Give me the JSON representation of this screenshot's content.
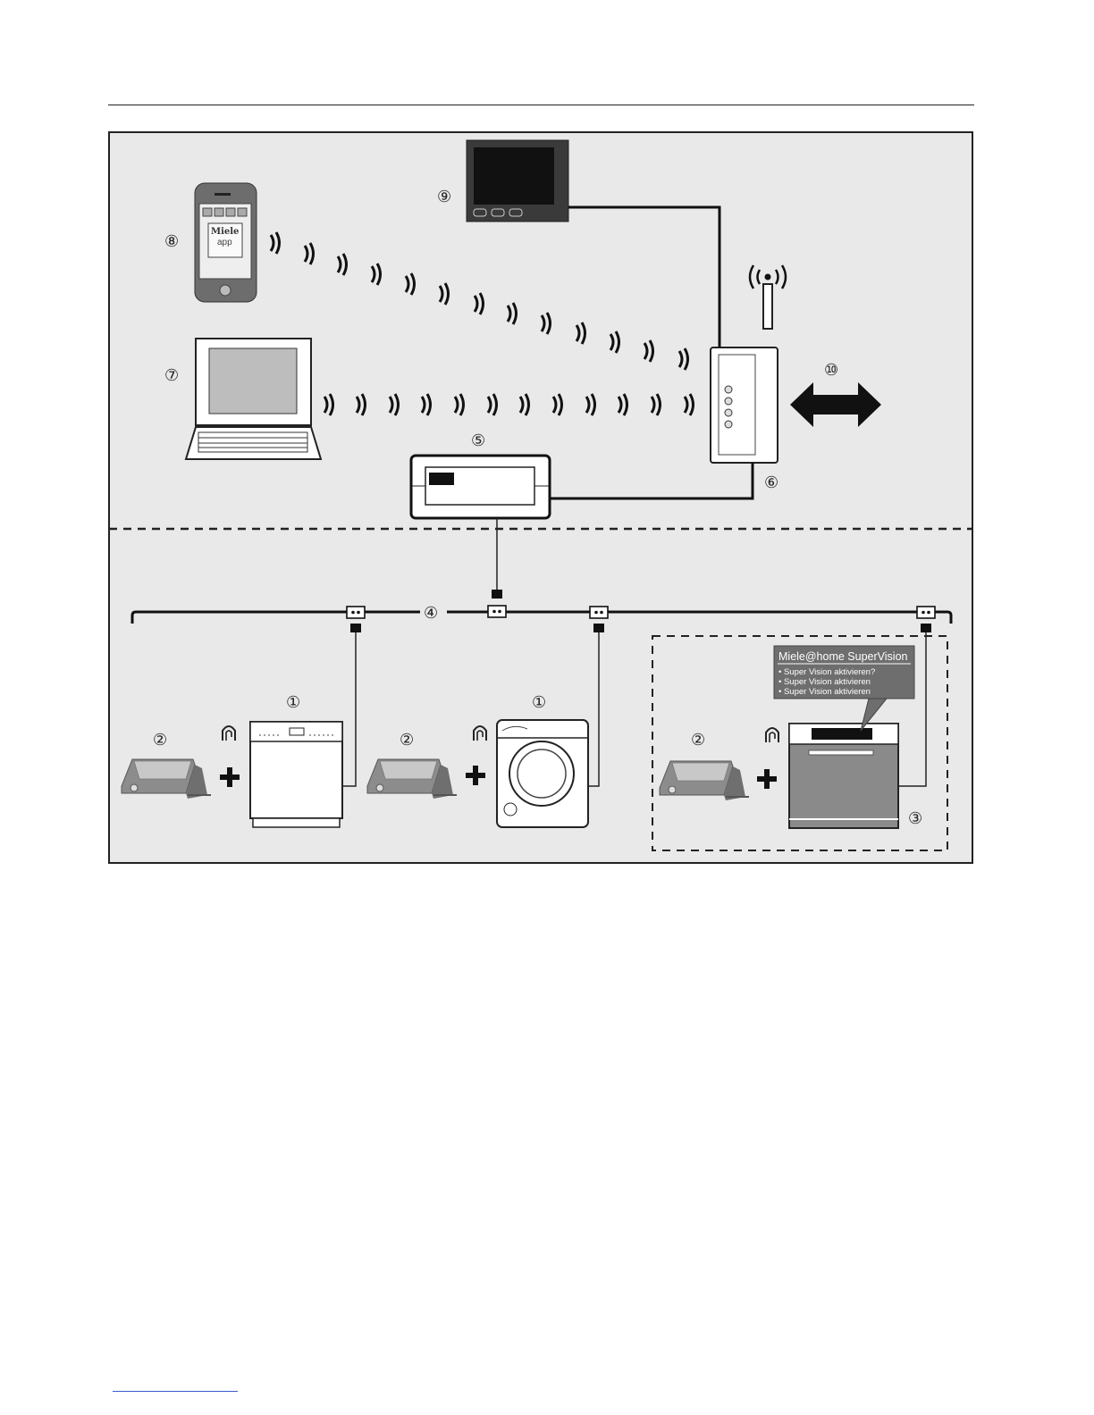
{
  "labels": {
    "washer_dishwasher": "①",
    "communication_module": "②",
    "supervision_appliance": "③",
    "powerline": "④",
    "gateway": "⑤",
    "router": "⑥",
    "laptop": "⑦",
    "smartphone": "⑧",
    "monitor": "⑨",
    "internet": "⑩"
  },
  "phone": {
    "brand": "Miele",
    "app": "app"
  },
  "supervision_popup": {
    "title": "Miele@home SuperVision",
    "items": [
      "• Super Vision aktivieren?",
      "• Super Vision aktivieren",
      "• Super Vision aktivieren"
    ]
  },
  "symbols": {
    "plus": "+",
    "home_icon": "home-icon"
  },
  "colors": {
    "panel_bg": "#e9e9e9",
    "popup_bg": "#6e6e6e",
    "oven_body": "#8a8a8a",
    "line": "#222222"
  }
}
